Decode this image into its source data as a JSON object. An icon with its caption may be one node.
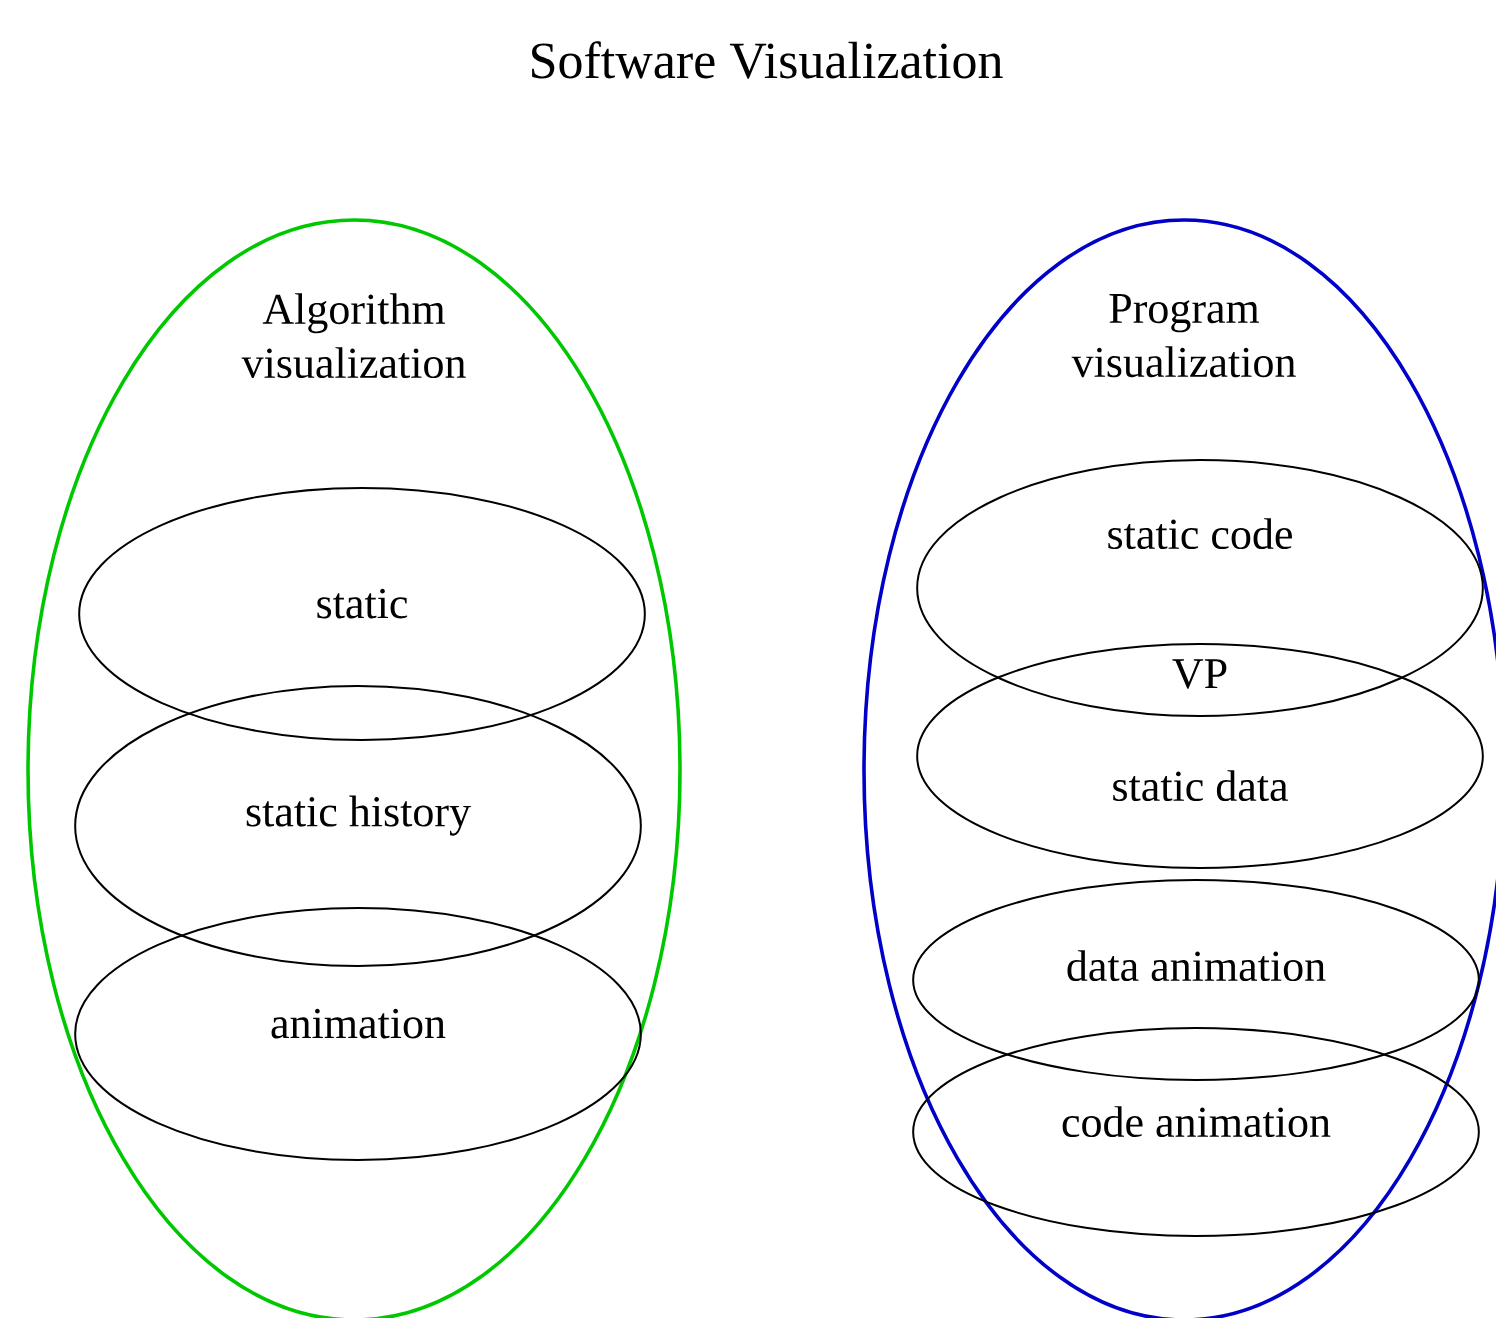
{
  "diagram": {
    "title": "Software Visualization",
    "nodes": [
      {
        "text": [
          "Algorithm visualization"
        ]
      },
      {
        "text": [
          "static"
        ],
        "in": 0
      },
      {
        "text": [
          "static history"
        ],
        "in": 0
      },
      {
        "text": [
          "animation"
        ],
        "in": 0
      },
      {
        "text": [
          "Program visualization"
        ]
      },
      {
        "text": [
          "static code"
        ],
        "in": 4
      },
      {
        "text": [
          "static data"
        ],
        "in": 4
      },
      {
        "text": [
          "data animation"
        ],
        "in": 4
      },
      {
        "text": [
          "code animation"
        ],
        "in": 4
      }
    ],
    "labels": [
      "VP"
    ]
  }
}
